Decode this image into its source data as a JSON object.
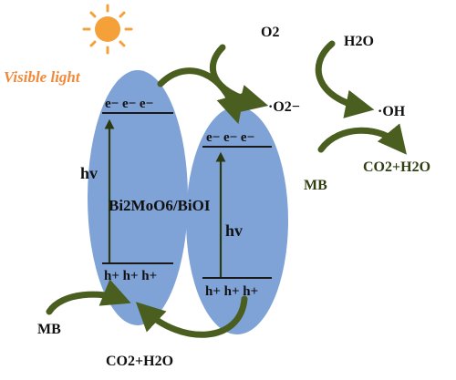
{
  "colors": {
    "band_fill": "#7fa3d6",
    "arrow_green": "#4a5e1f",
    "sun": "#f4a13a",
    "visible_light": "#f08a3a",
    "text": "#111111"
  },
  "labels": {
    "visible_light": "Visible light",
    "electrons": "e− e− e−",
    "holes": "h+ h+ h+",
    "hv": "hv",
    "catalyst": "Bi2MoO6/BiOI",
    "o2": "O2",
    "superoxide": "·O2−",
    "h2o": "H2O",
    "hydroxyl": "·OH",
    "mb": "MB",
    "products": "CO2+H2O"
  },
  "icons": [
    "sun-icon",
    "curved-arrow-icon"
  ]
}
